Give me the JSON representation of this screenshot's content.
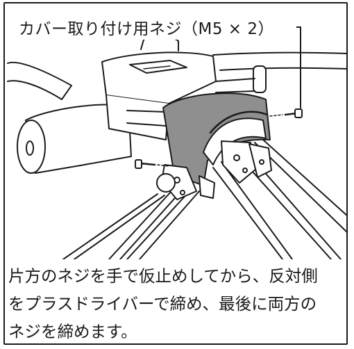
{
  "callout": {
    "label": "カバー取り付け用ネジ（M5 × 2）"
  },
  "instructions": {
    "lines": [
      "片方のネジを手で仮止めしてから、反対側",
      "をプラスドライバーで締め、最後に両方の",
      "ネジを締めます。"
    ]
  },
  "colors": {
    "ink": "#1a1a1a",
    "cover_gray": "#8f8f8f"
  }
}
